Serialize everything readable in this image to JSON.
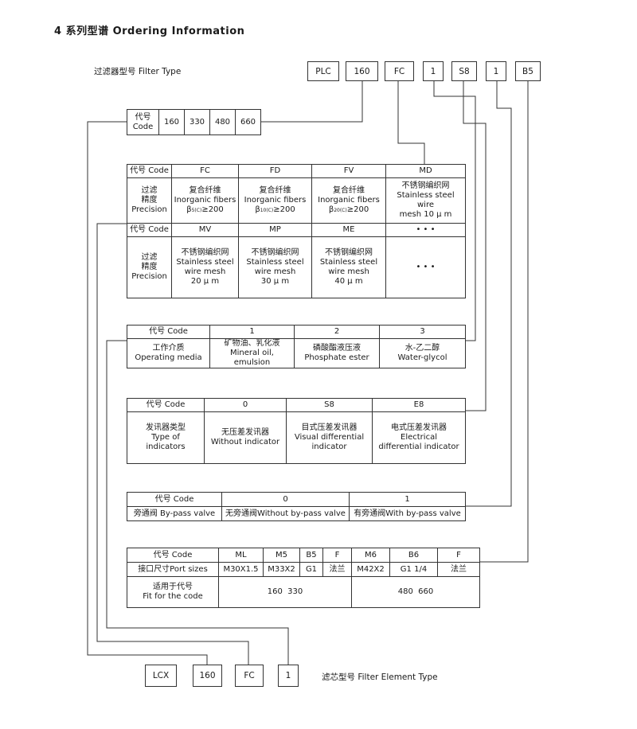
{
  "title": "4 系列型谱 Ordering Information",
  "filter_type": {
    "label": "过滤器型号 Filter Type",
    "codes": [
      "PLC",
      "160",
      "FC",
      "1",
      "S8",
      "1",
      "B5"
    ]
  },
  "size_code": {
    "header": "代号\nCode",
    "values": [
      "160",
      "330",
      "480",
      "660"
    ]
  },
  "precision": {
    "code_label": "代号 Code",
    "row_label": "过滤\n精度\nPrecision",
    "row1": [
      {
        "code": "FC",
        "desc": "复合纤维\nInorganic fibers",
        "beta": "β",
        "beta_sub": "5(C)",
        "beta_val": "≥200"
      },
      {
        "code": "FD",
        "desc": "复合纤维\nInorganic fibers",
        "beta": "β",
        "beta_sub": "10(C)",
        "beta_val": "≥200"
      },
      {
        "code": "FV",
        "desc": "复合纤维\nInorganic fibers",
        "beta": "β",
        "beta_sub": "20(C)",
        "beta_val": "≥200"
      },
      {
        "code": "MD",
        "desc": "不锈钢编织网\nStainless steel wire\nmesh 10 μ m",
        "beta": "",
        "beta_sub": "",
        "beta_val": ""
      }
    ],
    "row2": [
      {
        "code": "MV",
        "desc": "不锈钢编织网\nStainless steel\nwire mesh\n20 μ m"
      },
      {
        "code": "MP",
        "desc": "不锈钢编织网\nStainless steel\nwire mesh\n30 μ m"
      },
      {
        "code": "ME",
        "desc": "不锈钢编织网\nStainless steel\nwire mesh\n40 μ m"
      },
      {
        "code": "• • •",
        "desc": "• • •"
      }
    ]
  },
  "media": {
    "code_label": "代号 Code",
    "row_label": "工作介质\nOperating media",
    "items": [
      {
        "code": "1",
        "desc": "矿物油、乳化液\nMineral oil, emulsion"
      },
      {
        "code": "2",
        "desc": "磷酸酯液压液\nPhosphate ester"
      },
      {
        "code": "3",
        "desc": "水-乙二醇\nWater-glycol"
      }
    ]
  },
  "indicator": {
    "code_label": "代号 Code",
    "row_label": "发讯器类型\nType of\nindicators",
    "items": [
      {
        "code": "0",
        "desc": "无压差发讯器\nWithout indicator"
      },
      {
        "code": "S8",
        "desc": "目式压差发讯器\nVisual differential\nindicator"
      },
      {
        "code": "E8",
        "desc": "电式压差发讯器\nElectrical\ndifferential indicator"
      }
    ]
  },
  "bypass": {
    "code_label": "代号 Code",
    "row_label": "旁通阀 By-pass valve",
    "items": [
      {
        "code": "0",
        "desc": "无旁通阀Without by-pass valve"
      },
      {
        "code": "1",
        "desc": "有旁通阀With by-pass valve"
      }
    ]
  },
  "port": {
    "code_label": "代号 Code",
    "size_label": "接口尺寸Port sizes",
    "fit_label": "适用于代号\nFit for the code",
    "codes": [
      "ML",
      "M5",
      "B5",
      "F",
      "M6",
      "B6",
      "F"
    ],
    "sizes": [
      "M30X1.5",
      "M33X2",
      "G1",
      "法兰",
      "M42X2",
      "G1 1/4",
      "法兰"
    ],
    "fit": [
      "160  330",
      "480  660"
    ]
  },
  "element": {
    "codes": [
      "LCX",
      "160",
      "FC",
      "1"
    ],
    "label": "滤芯型号 Filter Element Type"
  }
}
